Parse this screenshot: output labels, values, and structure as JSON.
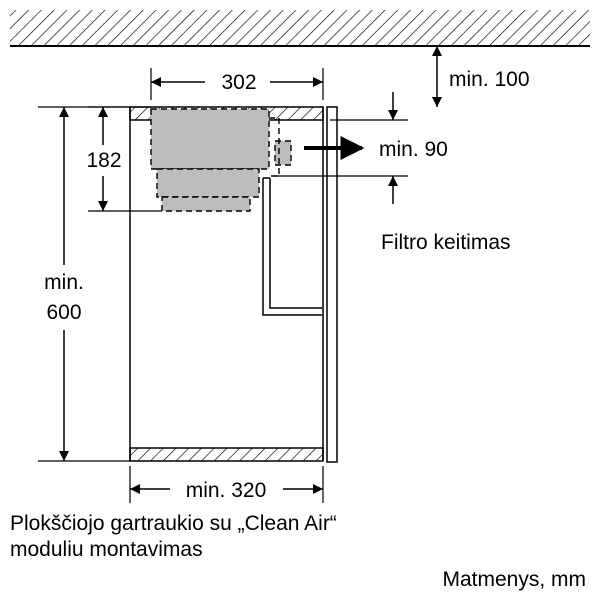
{
  "dimensions": {
    "width_top": "302",
    "height_module": "182",
    "min_depth_top": "min. 100",
    "min_height_line1": "min.",
    "min_height_line2": "600",
    "min_filter_gap": "min. 90",
    "min_width_bottom": "min. 320"
  },
  "annotations": {
    "filter_change": "Filtro keitimas"
  },
  "caption": {
    "line1": "Plokščiojo gartraukio su „Clean Air“",
    "line2": "moduliu montavimas"
  },
  "units_note": "Matmenys, mm"
}
